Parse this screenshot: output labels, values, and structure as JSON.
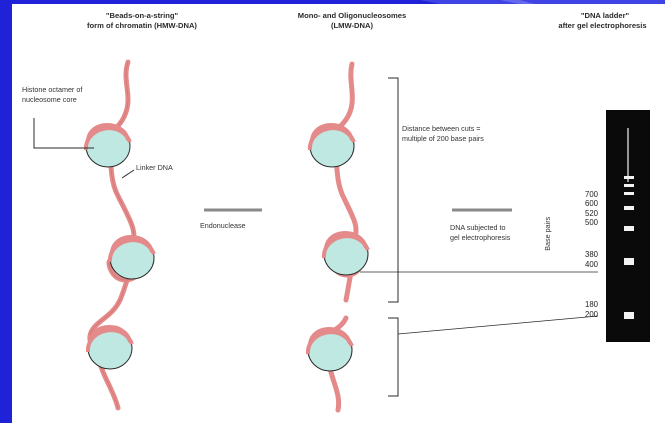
{
  "headers": {
    "col1_line1": "\"Beads-on-a-string\"",
    "col1_line2": "form of chromatin (HMW-DNA)",
    "col2_line1": "Mono- and Oligonucleosomes",
    "col2_line2": "(LMW-DNA)",
    "col3_line1": "\"DNA ladder\"",
    "col3_line2": "after gel electrophoresis"
  },
  "labels": {
    "histone_line1": "Histone octamer of",
    "histone_line2": "nucleosome core",
    "linker_dna": "Linker DNA",
    "endonuclease": "Endonuclease",
    "distance_line1": "Distance between cuts =",
    "distance_line2": "multiple of 200 base pairs",
    "gel_line1": "DNA subjected to",
    "gel_line2": "gel electrophoresis",
    "base_pairs": "Base pairs"
  },
  "ladder": {
    "marks": [
      "700",
      "600",
      "520",
      "500",
      "380",
      "400",
      "180",
      "200"
    ]
  },
  "colors": {
    "background": "#1f22d6",
    "dna_strand": "#e58a8a",
    "histone_core": "#bfe8e2"
  }
}
